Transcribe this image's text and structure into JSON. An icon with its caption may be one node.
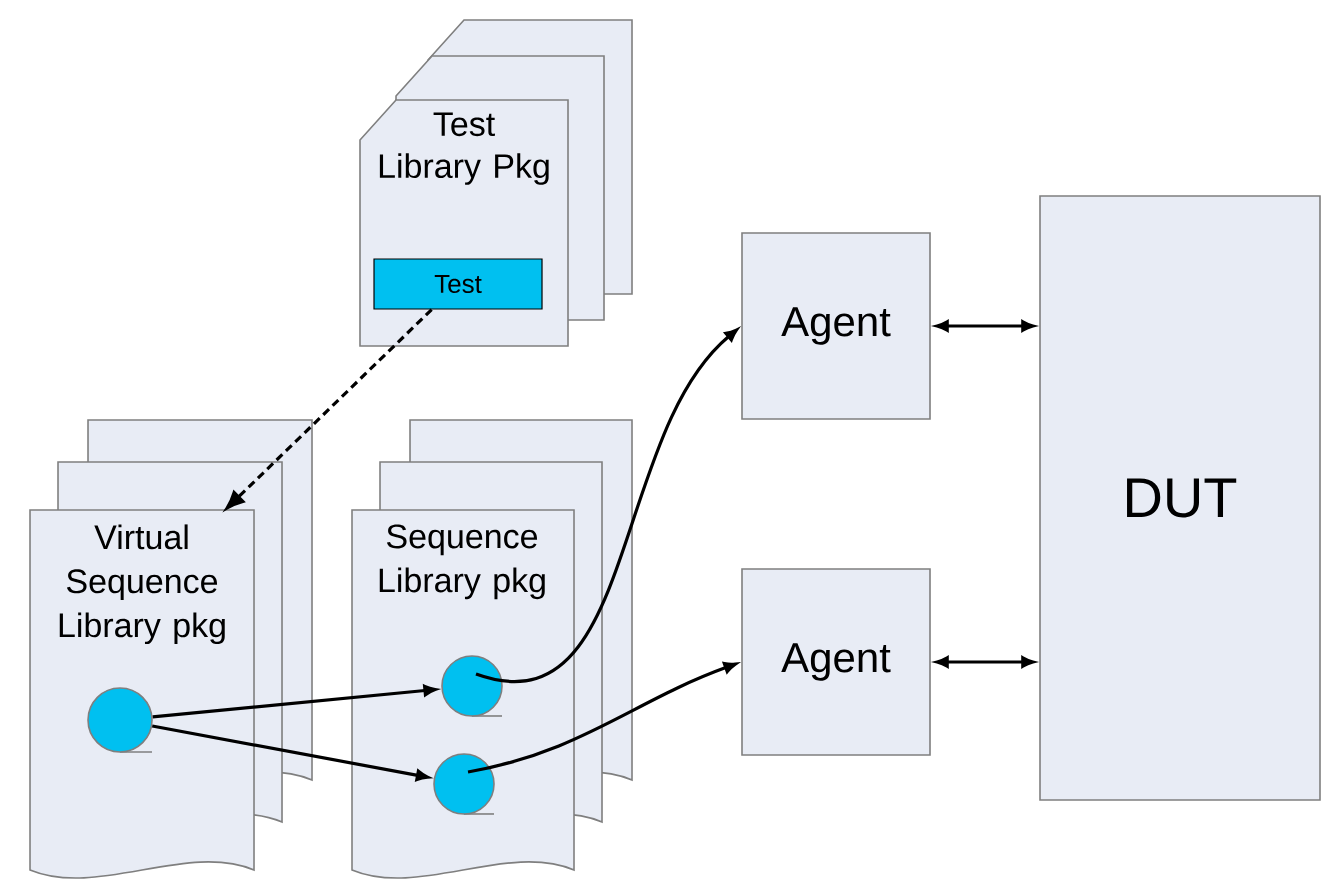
{
  "diagram": {
    "nodes": [
      {
        "text": [
          "Test Library Pkg"
        ]
      },
      {
        "text": [
          "Test"
        ],
        "in": 0
      },
      {
        "text": [
          "Virtual Sequence Library pkg"
        ]
      },
      {
        "text": [],
        "shape": "circle",
        "in": 2
      },
      {
        "text": [
          "Sequence Library pkg"
        ]
      },
      {
        "text": [],
        "shape": "circle",
        "in": 4
      },
      {
        "text": [],
        "shape": "circle",
        "in": 4
      },
      {
        "text": [
          "Agent"
        ]
      },
      {
        "text": [
          "Agent"
        ]
      },
      {
        "text": [
          "DUT"
        ]
      }
    ],
    "edges": [
      {
        "from": 1,
        "to": 2,
        "arrow": "to",
        "style": "dashed"
      },
      {
        "from": 3,
        "to": 5,
        "arrow": "to"
      },
      {
        "from": 3,
        "to": 6,
        "arrow": "to"
      },
      {
        "from": 5,
        "to": 7,
        "arrow": "to"
      },
      {
        "from": 6,
        "to": 8,
        "arrow": "to"
      },
      {
        "from": 7,
        "to": 9,
        "arrow": "both"
      },
      {
        "from": 8,
        "to": 9,
        "arrow": "both"
      }
    ]
  }
}
